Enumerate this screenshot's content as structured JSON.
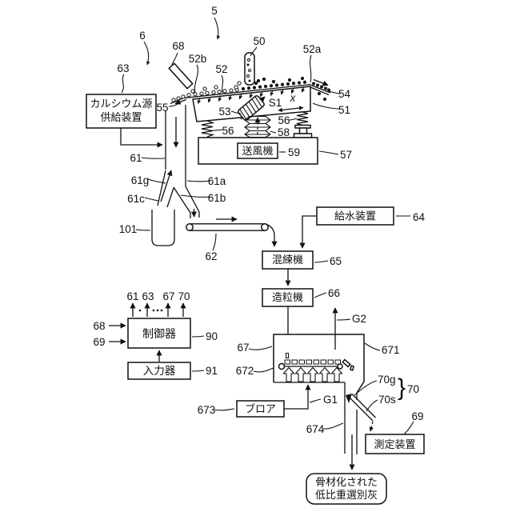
{
  "boxes": {
    "calcium": {
      "line1": "カルシウム源",
      "line2": "供給装置"
    },
    "fan": {
      "label": "送風機"
    },
    "water": {
      "label": "給水装置"
    },
    "kneader": {
      "label": "混練機"
    },
    "granulator": {
      "label": "造粒機"
    },
    "controller": {
      "label": "制御器"
    },
    "input_device": {
      "label": "入力器"
    },
    "blower": {
      "label": "ブロア"
    },
    "measuring": {
      "label": "測定装置"
    },
    "product": {
      "line1": "骨材化された",
      "line2": "低比重選別灰"
    }
  },
  "refs": {
    "fig": "5",
    "r6": "6",
    "r63": "63",
    "r68": "68",
    "r52b": "52b",
    "r52": "52",
    "r50": "50",
    "r52a": "52a",
    "r54": "54",
    "r51": "51",
    "r55": "55",
    "r53": "53",
    "rS1": "S1",
    "rx": "x",
    "r56a": "56",
    "r56b": "56",
    "r58": "58",
    "r59": "59",
    "r57": "57",
    "r61": "61",
    "r61g": "61g",
    "r61a": "61a",
    "r61c": "61c",
    "r61b": "61b",
    "r101": "101",
    "r62": "62",
    "r64": "64",
    "r65": "65",
    "r66": "66",
    "rG2": "G2",
    "r67": "67",
    "r671": "671",
    "r672": "672",
    "r673": "673",
    "rG1": "G1",
    "r674": "674",
    "r70g": "70g",
    "r70s": "70s",
    "r70": "70",
    "r69b": "69",
    "r90": "90",
    "r91": "91",
    "r68in": "68",
    "r69in": "69",
    "rt61": "61",
    "rt63": "63",
    "rt67": "67",
    "rt70": "70",
    "brace": "}"
  }
}
